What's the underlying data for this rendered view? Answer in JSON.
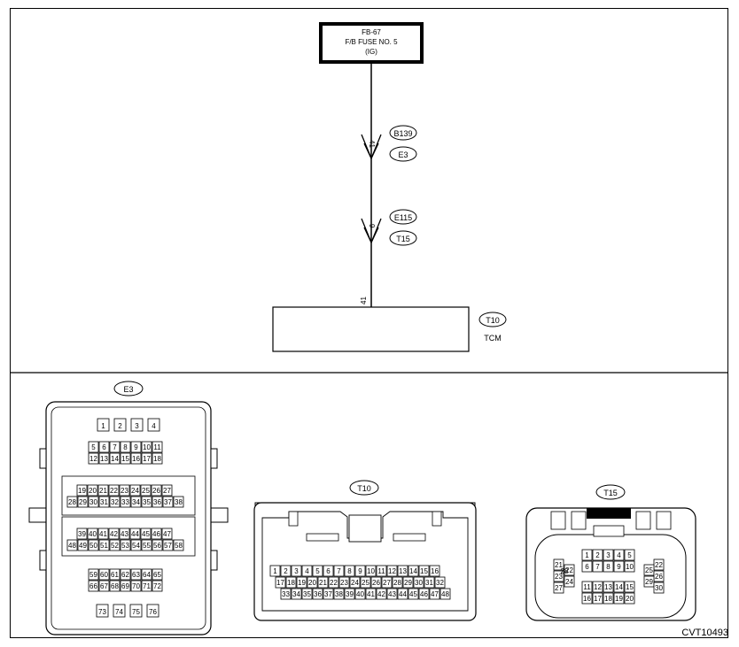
{
  "fuse": {
    "line1": "FB-67",
    "line2": "F/B FUSE NO. 5",
    "line3": "(IG)"
  },
  "connections": {
    "first": {
      "pin": "41",
      "connector_a": "B139",
      "connector_b": "E3"
    },
    "second": {
      "pin": "9",
      "connector_a": "E115",
      "connector_b": "T15"
    }
  },
  "tcm": {
    "pin": "41",
    "connector": "T10",
    "label": "TCM"
  },
  "connectors": {
    "e3": {
      "label": "E3",
      "rows": [
        [
          "1",
          "2",
          "3",
          "4"
        ],
        [
          "5",
          "6",
          "7",
          "8",
          "9",
          "10",
          "11"
        ],
        [
          "12",
          "13",
          "14",
          "15",
          "16",
          "17",
          "18"
        ],
        [
          "19",
          "20",
          "21",
          "22",
          "23",
          "24",
          "25",
          "26",
          "27"
        ],
        [
          "28",
          "29",
          "30",
          "31",
          "32",
          "33",
          "34",
          "35",
          "36",
          "37",
          "38"
        ],
        [
          "39",
          "40",
          "41",
          "42",
          "43",
          "44",
          "45",
          "46",
          "47"
        ],
        [
          "48",
          "49",
          "50",
          "51",
          "52",
          "53",
          "54",
          "55",
          "56",
          "57",
          "58"
        ],
        [
          "59",
          "60",
          "61",
          "62",
          "63",
          "64",
          "65"
        ],
        [
          "66",
          "67",
          "68",
          "69",
          "70",
          "71",
          "72"
        ],
        [
          "73",
          "74",
          "75",
          "76"
        ]
      ]
    },
    "t10": {
      "label": "T10",
      "rows": [
        [
          "1",
          "2",
          "3",
          "4",
          "5",
          "6",
          "7",
          "8",
          "9",
          "10",
          "11",
          "12",
          "13",
          "14",
          "15",
          "16"
        ],
        [
          "17",
          "18",
          "19",
          "20",
          "21",
          "22",
          "23",
          "24",
          "25",
          "26",
          "27",
          "28",
          "29",
          "30",
          "31",
          "32"
        ],
        [
          "33",
          "34",
          "35",
          "36",
          "37",
          "38",
          "39",
          "40",
          "41",
          "42",
          "43",
          "44",
          "45",
          "46",
          "47",
          "48"
        ]
      ]
    },
    "t15": {
      "label": "T15",
      "center_rows": [
        [
          "1",
          "2",
          "3",
          "4",
          "5"
        ],
        [
          "6",
          "7",
          "8",
          "9",
          "10"
        ],
        [
          "11",
          "12",
          "13",
          "14",
          "15"
        ],
        [
          "16",
          "17",
          "18",
          "19",
          "20"
        ]
      ],
      "left_pins": [
        "21",
        "22",
        "23",
        "24",
        "27",
        "28"
      ],
      "right_pins": [
        "22",
        "25",
        "26",
        "29",
        "30"
      ]
    }
  },
  "figure_code": "CVT10493"
}
